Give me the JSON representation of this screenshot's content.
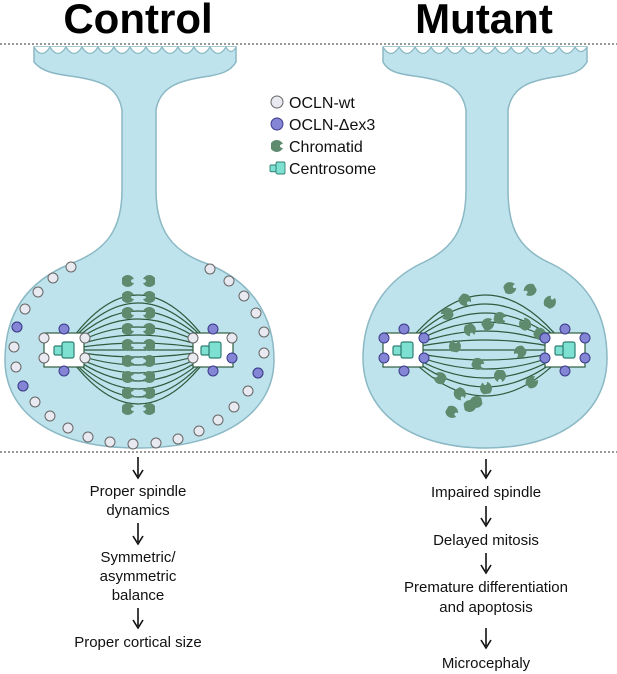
{
  "panels": {
    "control": {
      "title": "Control"
    },
    "mutant": {
      "title": "Mutant"
    }
  },
  "legend": {
    "items": [
      {
        "label": "OCLN-wt",
        "icon": "white-circle",
        "color": "#e9e9f1"
      },
      {
        "label": "OCLN-Δex3",
        "icon": "blue-circle",
        "color": "#8585d6"
      },
      {
        "label": "Chromatid",
        "icon": "chromatid",
        "color": "#5e8a6e"
      },
      {
        "label": "Centrosome",
        "icon": "centrosome",
        "color": "#7ee0d0"
      }
    ]
  },
  "control_outcomes": {
    "steps": [
      "Proper spindle",
      "dynamics",
      "Symmetric/",
      "asymmetric",
      "balance",
      "Proper cortical size"
    ]
  },
  "mutant_outcomes": {
    "steps": [
      "Impaired spindle",
      "Delayed mitosis",
      "Premature differentiation",
      "and apoptosis",
      "Microcephaly"
    ]
  },
  "colors": {
    "cell_fill": "#bfe3ec",
    "cell_stroke": "#8ab8c4",
    "spindle": "#2e5c3e",
    "chromatid": "#5e8a6e",
    "centrosome": "#7ee0d0"
  }
}
